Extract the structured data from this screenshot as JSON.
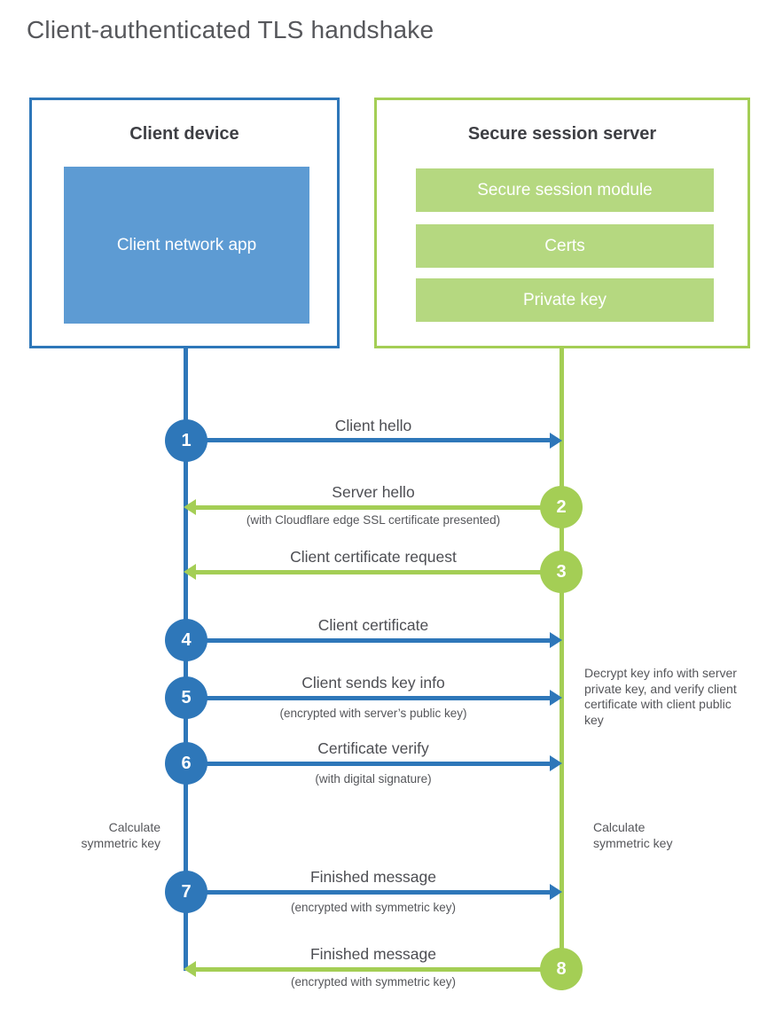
{
  "title": "Client-authenticated TLS handshake",
  "colors": {
    "client_accent": "#2e77b9",
    "client_fill": "#5d9bd3",
    "server_accent": "#a4ce55",
    "server_fill": "#b5d880",
    "text": "#4d4e53"
  },
  "client_box": {
    "title": "Client device",
    "app_label": "Client network app"
  },
  "server_box": {
    "title": "Secure session server",
    "modules": [
      "Secure session module",
      "Certs",
      "Private key"
    ]
  },
  "steps": [
    {
      "num": "1",
      "direction": "client-to-server",
      "label": "Client hello",
      "sub": ""
    },
    {
      "num": "2",
      "direction": "server-to-client",
      "label": "Server hello",
      "sub": "(with Cloudflare edge SSL certificate presented)"
    },
    {
      "num": "3",
      "direction": "server-to-client",
      "label": "Client certificate request",
      "sub": ""
    },
    {
      "num": "4",
      "direction": "client-to-server",
      "label": "Client certificate",
      "sub": ""
    },
    {
      "num": "5",
      "direction": "client-to-server",
      "label": "Client sends key info",
      "sub": "(encrypted with server’s public key)"
    },
    {
      "num": "6",
      "direction": "client-to-server",
      "label": "Certificate verify",
      "sub": "(with digital signature)"
    },
    {
      "num": "7",
      "direction": "client-to-server",
      "label": "Finished message",
      "sub": "(encrypted with symmetric key)"
    },
    {
      "num": "8",
      "direction": "server-to-client",
      "label": "Finished message",
      "sub": "(encrypted with symmetric key)"
    }
  ],
  "annotations": {
    "server_note": "Decrypt key info with server private key, and verify client certificate with client public key",
    "client_calc": "Calculate symmetric key",
    "server_calc": "Calculate symmetric key"
  }
}
